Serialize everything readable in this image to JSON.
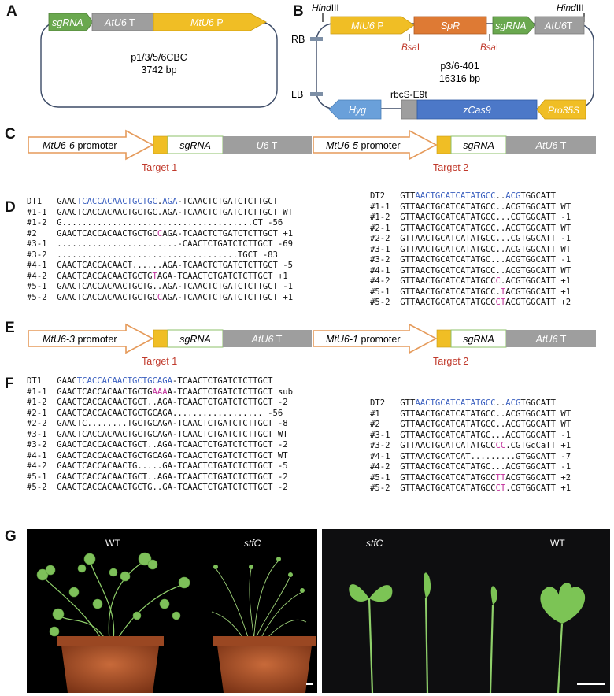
{
  "panels": {
    "A": "A",
    "B": "B",
    "C": "C",
    "D": "D",
    "E": "E",
    "F": "F",
    "G": "G"
  },
  "panelA": {
    "seg_sgrna": "sgRNA",
    "seg_term_italic": "AtU6",
    "seg_term_rest": " T",
    "seg_prom_italic": "MtU6",
    "seg_prom_rest": " P",
    "plasmid_name": "p1/3/5/6CBC",
    "plasmid_size": "3742 bp"
  },
  "panelB": {
    "hind_left_italic": "Hind",
    "hind_left_rest": "III",
    "hind_right_italic": "Hind",
    "hind_right_rest": "III",
    "seg_prom_italic": "MtU6",
    "seg_prom_rest": " P",
    "seg_spr": "SpR",
    "seg_sgrna": "sgRNA",
    "seg_term_italic": "AtU6",
    "seg_term_rest": "T",
    "bsa_left_italic": "Bsa",
    "bsa_left_rest": "I",
    "bsa_right_italic": "Bsa",
    "bsa_right_rest": "I",
    "rb": "RB",
    "lb": "LB",
    "plasmid_name": "p3/6-401",
    "plasmid_size": "16316 bp",
    "rbcs": "rbcS-E9t",
    "hyg": "Hyg",
    "zcas9": "zCas9",
    "pro35s": "Pro35S"
  },
  "panelC": {
    "prom1_italic": "MtU6-6",
    "prom1_rest": " promoter",
    "sgrna1": "sgRNA",
    "term1_italic": "U6",
    "term1_rest": " T",
    "prom2_italic": "MtU6-5",
    "prom2_rest": " promoter",
    "sgrna2": "sgRNA",
    "term2_italic": "AtU6",
    "term2_rest": " T",
    "target1": "Target 1",
    "target2": "Target 2"
  },
  "panelE": {
    "prom1_italic": "MtU6-3",
    "prom1_rest": " promoter",
    "sgrna1": "sgRNA",
    "term1_italic": "AtU6",
    "term1_rest": " T",
    "prom2_italic": "MtU6-1",
    "prom2_rest": " promoter",
    "sgrna2": "sgRNA",
    "term2_italic": "AtU6",
    "term2_rest": " T",
    "target1": "Target 1",
    "target2": "Target 2"
  },
  "panelD": {
    "left": [
      {
        "id": "DT1",
        "seq": [
          [
            "GAAC",
            ""
          ],
          [
            "TCACCACAACTGCTGC",
            "hl"
          ],
          [
            ".",
            ""
          ],
          [
            "AGA",
            "hl"
          ],
          [
            "-TCAACTCTGATCTCTTGCT",
            ""
          ]
        ],
        "note": ""
      },
      {
        "id": "#1-1",
        "seq": [
          [
            "GAACTCACCACAACTGCTGC.AGA-TCAACTCTGATCTCTTGCT",
            ""
          ]
        ],
        "note": "WT"
      },
      {
        "id": "#1-2",
        "seq": [
          [
            "G......................................CT",
            ""
          ]
        ],
        "note": "-56"
      },
      {
        "id": "#2",
        "seq": [
          [
            "GAACTCACCACAACTGCTGC",
            ""
          ],
          [
            "C",
            "mut"
          ],
          [
            "AGA-TCAACTCTGATCTCTTGCT",
            ""
          ]
        ],
        "note": "+1"
      },
      {
        "id": "#3-1",
        "seq": [
          [
            "........................-CAACTCTGATCTCTTGCT",
            ""
          ]
        ],
        "note": "-69"
      },
      {
        "id": "#3-2",
        "seq": [
          [
            "....................................TGCT",
            ""
          ]
        ],
        "note": "-83"
      },
      {
        "id": "#4-1",
        "seq": [
          [
            "GAACTCACCACAACT......AGA-TCAACTCTGATCTCTTGCT",
            ""
          ]
        ],
        "note": "-5"
      },
      {
        "id": "#4-2",
        "seq": [
          [
            "GAACTCACCACAACTGCTG",
            ""
          ],
          [
            "T",
            "mut"
          ],
          [
            "AGA-TCAACTCTGATCTCTTGCT",
            ""
          ]
        ],
        "note": "+1"
      },
      {
        "id": "#5-1",
        "seq": [
          [
            "GAACTCACCACAACTGCTG..AGA-TCAACTCTGATCTCTTGCT",
            ""
          ]
        ],
        "note": "-1"
      },
      {
        "id": "#5-2",
        "seq": [
          [
            "GAACTCACCACAACTGCTGC",
            ""
          ],
          [
            "C",
            "mut"
          ],
          [
            "AGA-TCAACTCTGATCTCTTGCT",
            ""
          ]
        ],
        "note": "+1"
      }
    ],
    "right": [
      {
        "id": "DT2",
        "seq": [
          [
            "GTT",
            ""
          ],
          [
            "AACTGCATCATATGCC",
            "hl"
          ],
          [
            "..",
            ""
          ],
          [
            "ACG",
            "hl"
          ],
          [
            "TGGCATT",
            ""
          ]
        ],
        "note": ""
      },
      {
        "id": "#1-1",
        "seq": [
          [
            "GTTAACTGCATCATATGCC..ACGTGGCATT",
            ""
          ]
        ],
        "note": "WT"
      },
      {
        "id": "#1-2",
        "seq": [
          [
            "GTTAACTGCATCATATGCC...CGTGGCATT",
            ""
          ]
        ],
        "note": "-1"
      },
      {
        "id": "#2-1",
        "seq": [
          [
            "GTTAACTGCATCATATGCC..ACGTGGCATT",
            ""
          ]
        ],
        "note": "WT"
      },
      {
        "id": "#2-2",
        "seq": [
          [
            "GTTAACTGCATCATATGCC...CGTGGCATT",
            ""
          ]
        ],
        "note": "-1"
      },
      {
        "id": "#3-1",
        "seq": [
          [
            "GTTAACTGCATCATATGCC..ACGTGGCATT",
            ""
          ]
        ],
        "note": "WT"
      },
      {
        "id": "#3-2",
        "seq": [
          [
            "GTTAACTGCATCATATGC...ACGTGGCATT",
            ""
          ]
        ],
        "note": "-1"
      },
      {
        "id": "#4-1",
        "seq": [
          [
            "GTTAACTGCATCATATGCC..ACGTGGCATT",
            ""
          ]
        ],
        "note": "WT"
      },
      {
        "id": "#4-2",
        "seq": [
          [
            "GTTAACTGCATCATATGCC",
            ""
          ],
          [
            "C",
            "mut"
          ],
          [
            ".ACGTGGCATT",
            ""
          ]
        ],
        "note": "+1"
      },
      {
        "id": "#5-1",
        "seq": [
          [
            "GTTAACTGCATCATATGCC.",
            ""
          ],
          [
            "T",
            "mut"
          ],
          [
            "ACGTGGCATT",
            ""
          ]
        ],
        "note": "+1"
      },
      {
        "id": "#5-2",
        "seq": [
          [
            "GTTAACTGCATCATATGCC",
            ""
          ],
          [
            "CT",
            "mut"
          ],
          [
            "ACGTGGCATT",
            ""
          ]
        ],
        "note": "+2"
      }
    ]
  },
  "panelF": {
    "left": [
      {
        "id": "DT1",
        "seq": [
          [
            "GAAC",
            ""
          ],
          [
            "TCACCACAACTGCTGCAGA",
            "hl"
          ],
          [
            "-TCAACTCTGATCTCTTGCT",
            ""
          ]
        ],
        "note": ""
      },
      {
        "id": "#1-1",
        "seq": [
          [
            "GAACTCACCACAACTGCTG",
            ""
          ],
          [
            "AAA",
            "mut"
          ],
          [
            "A-TCAACTCTGATCTCTTGCT",
            ""
          ]
        ],
        "note": "sub"
      },
      {
        "id": "#1-2",
        "seq": [
          [
            "GAACTCACCACAACTGCT..AGA-TCAACTCTGATCTCTTGCT",
            ""
          ]
        ],
        "note": "-2"
      },
      {
        "id": "#2-1",
        "seq": [
          [
            "GAACTCACCACAACTGCTGCAGA..................",
            ""
          ]
        ],
        "note": "-56"
      },
      {
        "id": "#2-2",
        "seq": [
          [
            "GAACTC........TGCTGCAGA-TCAACTCTGATCTCTTGCT",
            ""
          ]
        ],
        "note": "-8"
      },
      {
        "id": "#3-1",
        "seq": [
          [
            "GAACTCACCACAACTGCTGCAGA-TCAACTCTGATCTCTTGCT",
            ""
          ]
        ],
        "note": "WT"
      },
      {
        "id": "#3-2",
        "seq": [
          [
            "GAACTCACCACAACTGCT..AGA-TCAACTCTGATCTCTTGCT",
            ""
          ]
        ],
        "note": "-2"
      },
      {
        "id": "#4-1",
        "seq": [
          [
            "GAACTCACCACAACTGCTGCAGA-TCAACTCTGATCTCTTGCT",
            ""
          ]
        ],
        "note": "WT"
      },
      {
        "id": "#4-2",
        "seq": [
          [
            "GAACTCACCACAACTG.....GA-TCAACTCTGATCTCTTGCT",
            ""
          ]
        ],
        "note": "-5"
      },
      {
        "id": "#5-1",
        "seq": [
          [
            "GAACTCACCACAACTGCT..AGA-TCAACTCTGATCTCTTGCT",
            ""
          ]
        ],
        "note": "-2"
      },
      {
        "id": "#5-2",
        "seq": [
          [
            "GAACTCACCACAACTGCTG..GA-TCAACTCTGATCTCTTGCT",
            ""
          ]
        ],
        "note": "-2"
      }
    ],
    "right": [
      {
        "id": "DT2",
        "seq": [
          [
            "GTT",
            ""
          ],
          [
            "AACTGCATCATATGCC",
            "hl"
          ],
          [
            "..",
            ""
          ],
          [
            "ACG",
            "hl"
          ],
          [
            "TGGCATT",
            ""
          ]
        ],
        "note": ""
      },
      {
        "id": "#1",
        "seq": [
          [
            "GTTAACTGCATCATATGCC..ACGTGGCATT",
            ""
          ]
        ],
        "note": "WT"
      },
      {
        "id": "#2",
        "seq": [
          [
            "GTTAACTGCATCATATGCC..ACGTGGCATT",
            ""
          ]
        ],
        "note": "WT"
      },
      {
        "id": "#3-1",
        "seq": [
          [
            "GTTAACTGCATCATATGC...ACGTGGCATT",
            ""
          ]
        ],
        "note": "-1"
      },
      {
        "id": "#3-2",
        "seq": [
          [
            "GTTAACTGCATCATATGCC",
            ""
          ],
          [
            "CC",
            "mut"
          ],
          [
            ".CGTGcCaTT",
            ""
          ]
        ],
        "note": "+1"
      },
      {
        "id": "#4-1",
        "seq": [
          [
            "GTTAACTGCATCAT.........GTGGCATT",
            ""
          ]
        ],
        "note": "-7"
      },
      {
        "id": "#4-2",
        "seq": [
          [
            "GTTAACTGCATCATATGC...ACGTGGCATT",
            ""
          ]
        ],
        "note": "-1"
      },
      {
        "id": "#5-1",
        "seq": [
          [
            "GTTAACTGCATCATATGCC",
            ""
          ],
          [
            "TT",
            "mut"
          ],
          [
            "ACGTGGCATT",
            ""
          ]
        ],
        "note": "+2"
      },
      {
        "id": "#5-2",
        "seq": [
          [
            "GTTAACTGCATCATATGCC",
            ""
          ],
          [
            "CT",
            "mut"
          ],
          [
            ".CGTGGCATT",
            ""
          ]
        ],
        "note": "+1"
      }
    ]
  },
  "panelG": {
    "left_label_wt": "WT",
    "left_label_mut": "stfC",
    "right_label_mut": "stfC",
    "right_label_wt": "WT"
  },
  "colors": {
    "sgrna_green": "#6aa84f",
    "terminator_gray": "#9e9e9e",
    "promoter_yellow": "#f0be25",
    "spr_orange": "#de7a34",
    "cas9_blue": "#4c78c8",
    "hyg_blue": "#6aa0da",
    "target_red": "#c0392b",
    "outline_orange": "#e59a5a",
    "highlight_blue": "#3a5fbf",
    "mutation_magenta": "#c0309a"
  }
}
